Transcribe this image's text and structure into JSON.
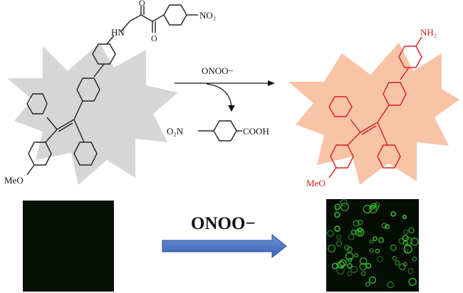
{
  "reaction": {
    "reagent": "ONOO−",
    "nitrophenyl_group": "NO₂",
    "amide_nh": "HN",
    "left_methoxy": "MeO",
    "byproduct_left": "O₂N",
    "byproduct_right": "COOH"
  },
  "product": {
    "amine": "NH₂",
    "methoxy": "MeO"
  },
  "imaging": {
    "reagent": "ONOO−",
    "before_panel_color": "#071207",
    "after_panel_color": "#050d05",
    "cell_color": "#3fcf3a"
  },
  "colors": {
    "burst_gray": "#d6d6d6",
    "burst_peach": "#f7c4a5",
    "product_red": "#d81f1f",
    "arrow_blue": "#4a72c4",
    "arrow_blue_dark": "#2b4f9a"
  }
}
